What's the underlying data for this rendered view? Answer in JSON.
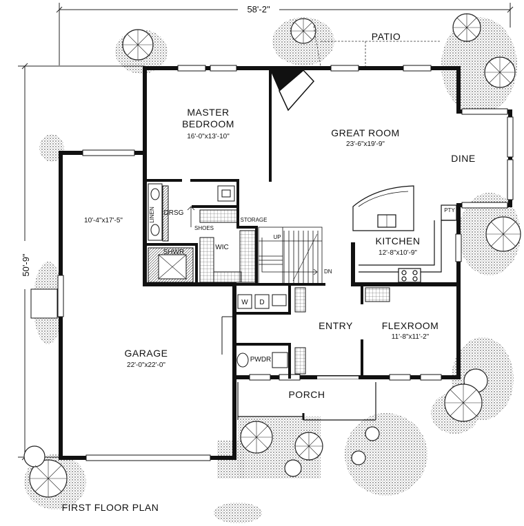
{
  "title": "FIRST FLOOR PLAN",
  "overall_width": "58'-2\"",
  "overall_depth": "50'-9\"",
  "rooms": {
    "patio": "PATIO",
    "master_bedroom_line1": "MASTER",
    "master_bedroom_line2": "BEDROOM",
    "master_bedroom_dim": "16'-0\"x13'-10\"",
    "great_room": "GREAT ROOM",
    "great_room_dim": "23'-6\"x19'-9\"",
    "dine": "DINE",
    "garage_upper_dim": "10'-4\"x17'-5\"",
    "drsg": "DRSG",
    "linen": "LINEN",
    "shoes": "SHOES",
    "storage": "STORAGE",
    "shwr": "SHWR",
    "wic": "WIC",
    "up": "UP",
    "dn": "DN",
    "kitchen": "KITCHEN",
    "kitchen_dim": "12'-8\"x10'-9\"",
    "pty": "PTY",
    "washer": "W",
    "dryer": "D",
    "entry": "ENTRY",
    "flexroom": "FLEXROOM",
    "flexroom_dim": "11'-8\"x11'-2\"",
    "garage": "GARAGE",
    "garage_dim": "22'-0\"x22'-0\"",
    "pwdr": "PWDR",
    "porch": "PORCH"
  }
}
